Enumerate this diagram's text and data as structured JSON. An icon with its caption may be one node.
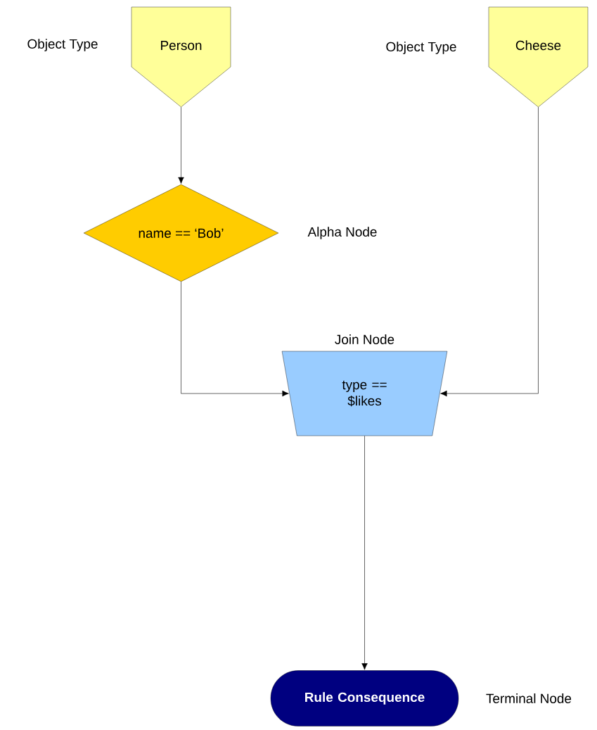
{
  "diagram": {
    "nodes": [
      {
        "text": [
          "Person"
        ],
        "beside": [
          "Object Type"
        ]
      },
      {
        "text": [
          "Cheese"
        ],
        "beside": [
          "Object Type"
        ]
      },
      {
        "text": [
          "name == ‘Bob’"
        ],
        "beside": [
          "Alpha Node"
        ]
      },
      {
        "text": [
          "Join Node",
          "type == $likes"
        ]
      },
      {
        "text": [
          "Rule Consequence"
        ],
        "beside": [
          "Terminal Node"
        ]
      }
    ],
    "edges": [
      {
        "from": 0,
        "to": 2,
        "arrow": "to"
      },
      {
        "from": 2,
        "to": 3,
        "arrow": "to"
      },
      {
        "from": 1,
        "to": 3,
        "arrow": "to"
      },
      {
        "from": 3,
        "to": 4,
        "arrow": "to"
      }
    ]
  }
}
